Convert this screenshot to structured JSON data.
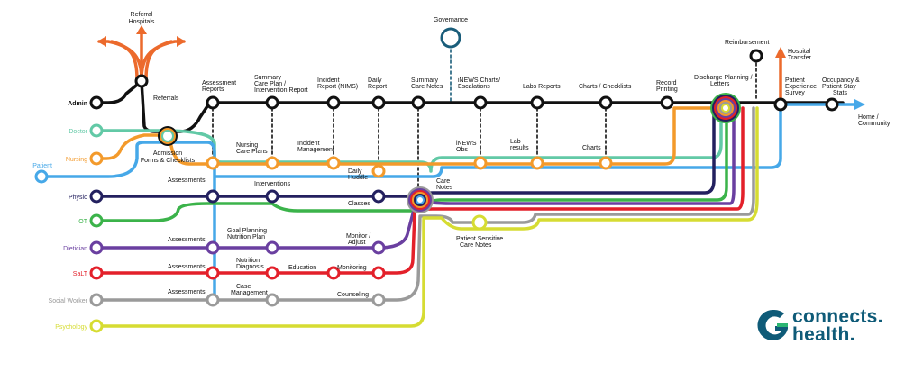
{
  "colors": {
    "admin": "#111111",
    "doctor": "#62c9a6",
    "nursing": "#f39a2b",
    "patient": "#46a8e8",
    "physio": "#23205f",
    "ot": "#3bb34a",
    "dietician": "#6a3fa0",
    "salt": "#e3202a",
    "social": "#9a9a9a",
    "psychology": "#d6dc32",
    "referral_arrow": "#ec6a2c",
    "governance": "#1a5d7a",
    "brand": "#0f5b78",
    "brand_green": "#2bb673"
  },
  "roles": [
    {
      "id": "admin",
      "label": "Admin"
    },
    {
      "id": "doctor",
      "label": "Doctor"
    },
    {
      "id": "nursing",
      "label": "Nursing"
    },
    {
      "id": "patient",
      "label": "Patient"
    },
    {
      "id": "physio",
      "label": "Physio"
    },
    {
      "id": "ot",
      "label": "OT"
    },
    {
      "id": "dietician",
      "label": "Dietician"
    },
    {
      "id": "salt",
      "label": "SaLT"
    },
    {
      "id": "social",
      "label": "Social Worker"
    },
    {
      "id": "psychology",
      "label": "Psychology"
    }
  ],
  "top_labels": {
    "referral_hospitals": [
      "Referral",
      "Hospitals"
    ],
    "referrals": "Referrals",
    "admission": [
      "Admission",
      "Forms & Checklists"
    ],
    "assessment_reports": [
      "Assessment",
      "Reports"
    ],
    "summary_care_plan": [
      "Summary",
      "Care Plan /",
      "Intervention Report"
    ],
    "incident_report": [
      "Incident",
      "Report (NIMS)"
    ],
    "daily_report": [
      "Daily",
      "Report"
    ],
    "summary_care_notes": [
      "Summary",
      "Care Notes"
    ],
    "governance": "Governance",
    "inews_charts": [
      "iNEWS Charts/",
      "Escalations"
    ],
    "labs_reports": "Labs Reports",
    "charts_checklists": "Charts / Checklists",
    "record_printing": [
      "Record",
      "Printing"
    ],
    "reimbursement": "Reimbursement",
    "hospital_transfer": [
      "Hospital",
      "Transfer"
    ],
    "discharge": [
      "Discharge Planning /",
      "Letters"
    ],
    "patient_experience": [
      "Patient",
      "Experience",
      "Survey"
    ],
    "occupancy": [
      "Occupancy &",
      "Patient Stay",
      "Stats"
    ],
    "home": [
      "Home /",
      "Community"
    ]
  },
  "mid_labels": {
    "nursing_care_plans": [
      "Nursing",
      "Care Plans"
    ],
    "incident_management": [
      "Incident",
      "Management"
    ],
    "daily_huddle": [
      "Daily",
      "Huddle"
    ],
    "inews_obs": [
      "iNEWS",
      "Obs"
    ],
    "lab_results": [
      "Lab",
      "results"
    ],
    "charts": "Charts",
    "care_notes": [
      "Care",
      "Notes"
    ],
    "assessments_physio": "Assessments",
    "interventions": "Interventions",
    "classes": "Classes",
    "patient_sensitive": [
      "Patient Sensitive",
      "Care Notes"
    ],
    "assessments_dietician": "Assessments",
    "goal_planning": [
      "Goal Planning",
      "Nutrition Plan"
    ],
    "monitor_adjust": [
      "Monitor /",
      "Adjust"
    ],
    "assessments_salt": "Assessments",
    "nutrition_diagnosis": [
      "Nutrition",
      "Diagnosis"
    ],
    "education": "Education",
    "monitoring": "Monitoring",
    "assessments_social": "Assessments",
    "case_management": [
      "Case",
      "Management"
    ],
    "counseling": "Counseling"
  },
  "brand": {
    "line1": "connects.",
    "line2": "health.",
    "logo_icon": "g-arrow-logo-icon"
  }
}
